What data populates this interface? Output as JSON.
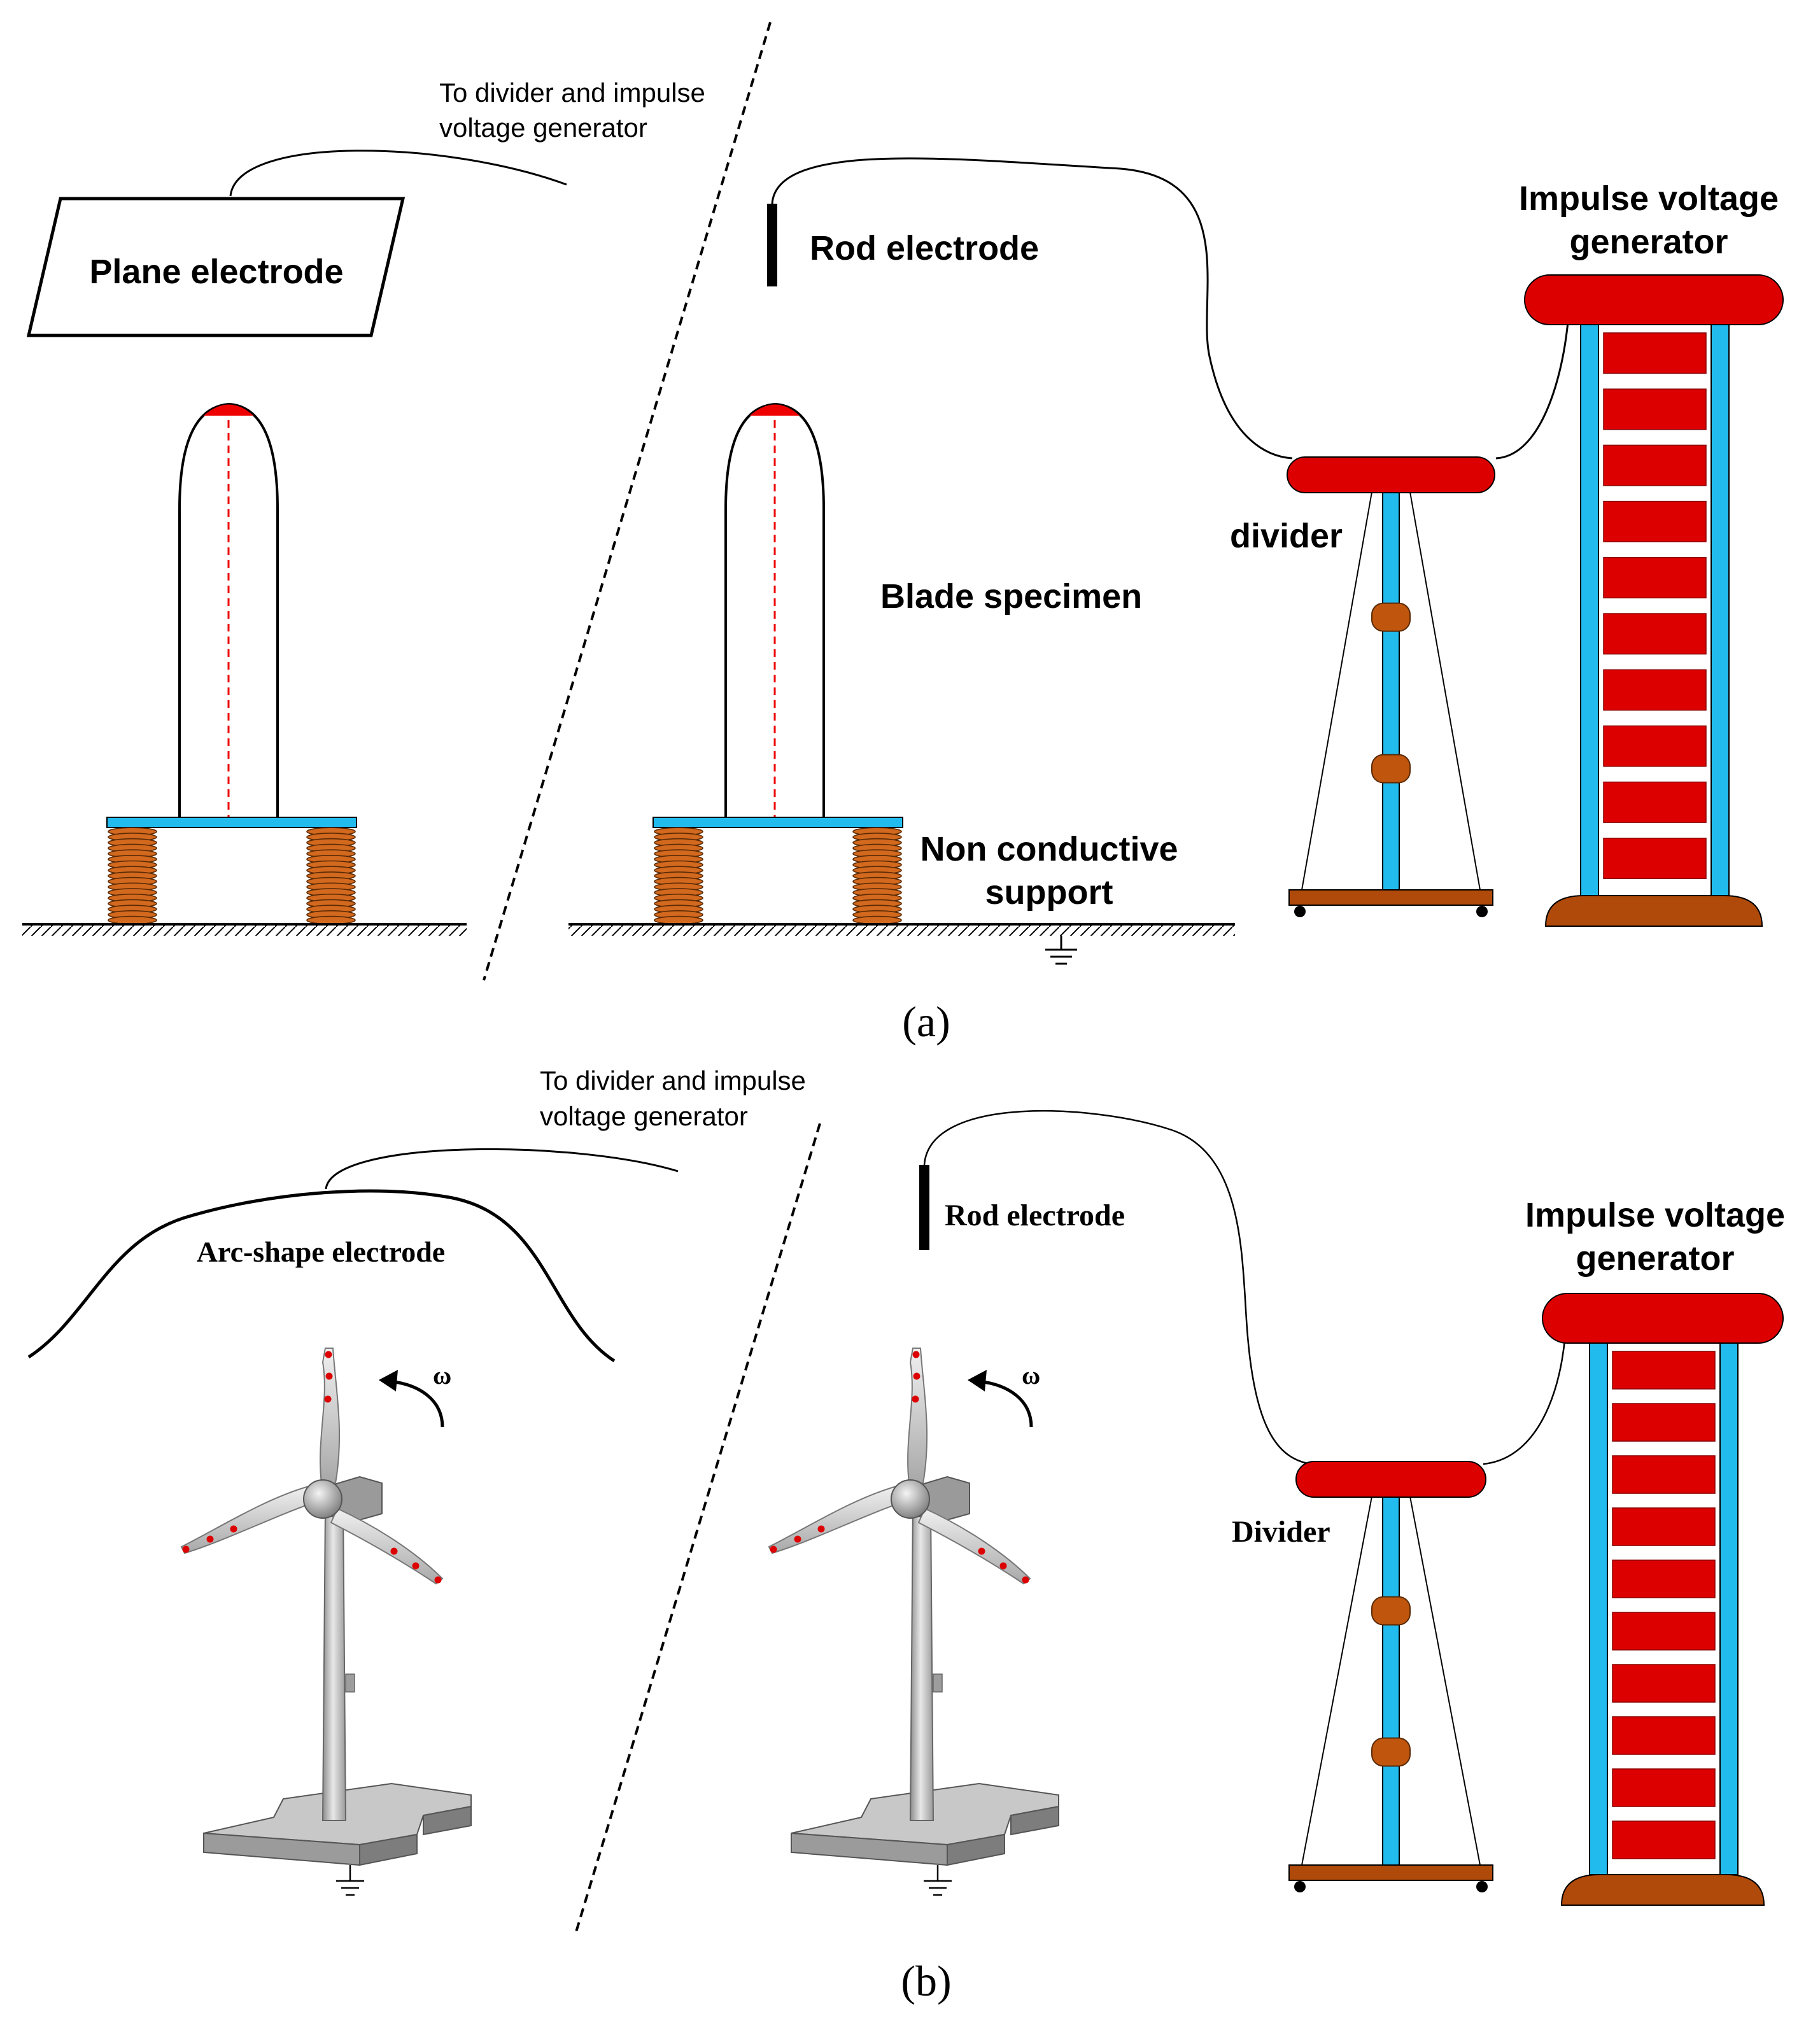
{
  "panel_a": {
    "caption": "(a)",
    "note_line1": "To divider and impulse",
    "note_line2": "voltage generator",
    "plane_electrode": "Plane electrode",
    "rod_electrode": "Rod electrode",
    "blade_specimen": "Blade specimen",
    "support_line1": "Non conductive",
    "support_line2": "support",
    "divider": "divider",
    "generator_line1": "Impulse voltage",
    "generator_line2": "generator"
  },
  "panel_b": {
    "caption": "(b)",
    "note_line1": "To divider and impulse",
    "note_line2": "voltage generator",
    "arc_electrode": "Arc-shape electrode",
    "rod_electrode": "Rod electrode",
    "omega_left": "ω",
    "omega_right": "ω",
    "divider": "Divider",
    "generator_line1": "Impulse voltage",
    "generator_line2": "generator"
  },
  "colors": {
    "electrode_red": "#dd0000",
    "column_blue": "#22bbee",
    "insulator_brown": "#c0560e",
    "base_brown": "#b04a0a",
    "support_orange": "#d2691e",
    "turbine_gray": "#b9b9b9"
  },
  "icons": [
    "ground-symbol-icon",
    "rotation-arrow-icon",
    "wheel-icon"
  ]
}
